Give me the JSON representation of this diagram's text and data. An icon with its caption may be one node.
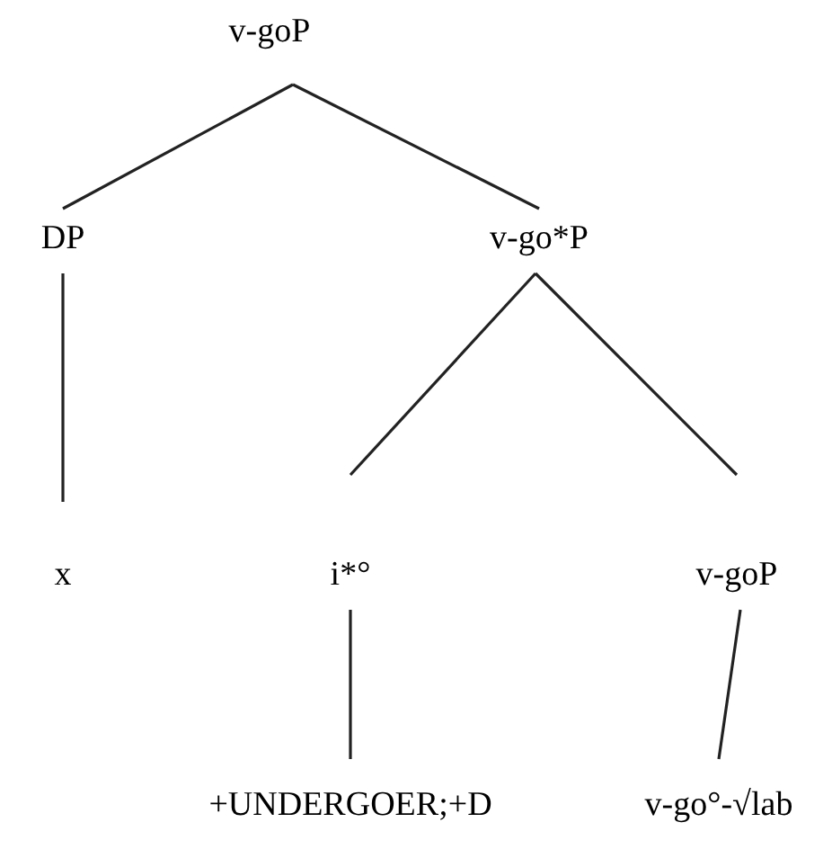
{
  "diagram": {
    "nodes": [
      {
        "text": [
          "v-goP"
        ]
      },
      {
        "text": [
          "DP"
        ]
      },
      {
        "text": [
          "v-go*P"
        ]
      },
      {
        "text": [
          "x"
        ]
      },
      {
        "text": [
          "i*°"
        ]
      },
      {
        "text": [
          "v-goP"
        ]
      },
      {
        "text": [
          "+UNDERGOER;+D"
        ]
      },
      {
        "text": [
          "v-go°-√lab"
        ]
      }
    ],
    "edges": [
      {
        "from": 0,
        "to": 1,
        "arrow": "none"
      },
      {
        "from": 0,
        "to": 2,
        "arrow": "none"
      },
      {
        "from": 1,
        "to": 3,
        "arrow": "none"
      },
      {
        "from": 2,
        "to": 4,
        "arrow": "none"
      },
      {
        "from": 2,
        "to": 5,
        "arrow": "none"
      },
      {
        "from": 4,
        "to": 6,
        "arrow": "none"
      },
      {
        "from": 5,
        "to": 7,
        "arrow": "none"
      }
    ]
  }
}
